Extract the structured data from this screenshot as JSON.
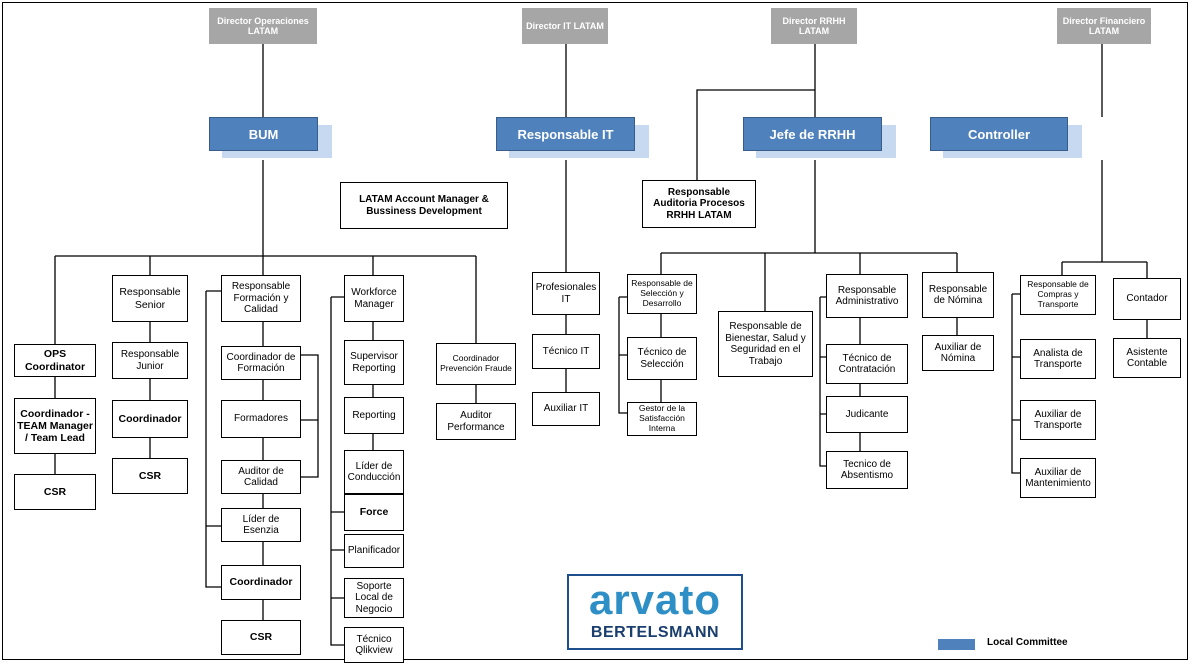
{
  "directors": {
    "ops": "Director Operaciones LATAM",
    "it": "Director IT LATAM",
    "rrhh": "Director RRHH LATAM",
    "fin": "Director Financiero LATAM"
  },
  "committee": {
    "bum": "BUM",
    "it": "Responsable IT",
    "rrhh": "Jefe de RRHH",
    "controller": "Controller"
  },
  "staff": {
    "latam_account": "LATAM  Account Manager & Bussiness Development",
    "auditoria": "Responsable Auditoria Procesos RRHH LATAM"
  },
  "ops": {
    "ops_coordinator": "OPS Coordinator",
    "team_manager": "Coordinador - TEAM Manager / Team Lead",
    "csr_a": "CSR",
    "resp_senior": "Responsable Senior",
    "resp_junior": "Responsable Junior",
    "coordinador_b": "Coordinador",
    "csr_b": "CSR",
    "resp_formacion": "Responsable Formación y Calidad",
    "coord_formacion": "Coordinador de Formación",
    "formadores": "Formadores",
    "auditor_calidad": "Auditor de Calidad",
    "lider_esenzia": "Líder de Esenzia",
    "coordinador_c": "Coordinador",
    "csr_c": "CSR",
    "workforce": "Workforce Manager",
    "supervisor_reporting": "Supervisor Reporting",
    "reporting": "Reporting",
    "lider_conduccion": "Líder de Conducción",
    "force": "Force",
    "planificador": "Planificador",
    "soporte_local": "Soporte Local de Negocio",
    "tecnico_qlikview": "Técnico Qlikview",
    "coord_prevencion": "Coordinador Prevención Fraude",
    "auditor_performance": "Auditor Performance"
  },
  "it": {
    "profesionales": "Profesionales IT",
    "tecnico": "Técnico IT",
    "auxiliar": "Auxiliar IT"
  },
  "rrhh": {
    "resp_seleccion": "Responsable de Selección y Desarrollo",
    "tecnico_seleccion": "Técnico de Selección",
    "gestor_satisfaccion": "Gestor de la Satisfacción Interna",
    "resp_bienestar": "Responsable de Bienestar, Salud y Seguridad en el Trabajo",
    "resp_admin": "Responsable Administrativo",
    "tecnico_contratacion": "Técnico de Contratación",
    "judicante": "Judicante",
    "tecnico_absentismo": "Tecnico de Absentismo",
    "resp_nomina": "Responsable de Nómina",
    "auxiliar_nomina": "Auxiliar de Nómina"
  },
  "fin": {
    "resp_compras": "Responsable de Compras y Transporte",
    "analista_transporte": "Analista de Transporte",
    "auxiliar_transporte": "Auxiliar de Transporte",
    "auxiliar_mantenimiento": "Auxiliar de Mantenimiento",
    "contador": "Contador",
    "asistente_contable": "Asistente Contable"
  },
  "logo": {
    "word": "arvato",
    "sub": "BERTELSMANN"
  },
  "legend": {
    "label": "Local Committee",
    "color": "#4f81bd"
  }
}
